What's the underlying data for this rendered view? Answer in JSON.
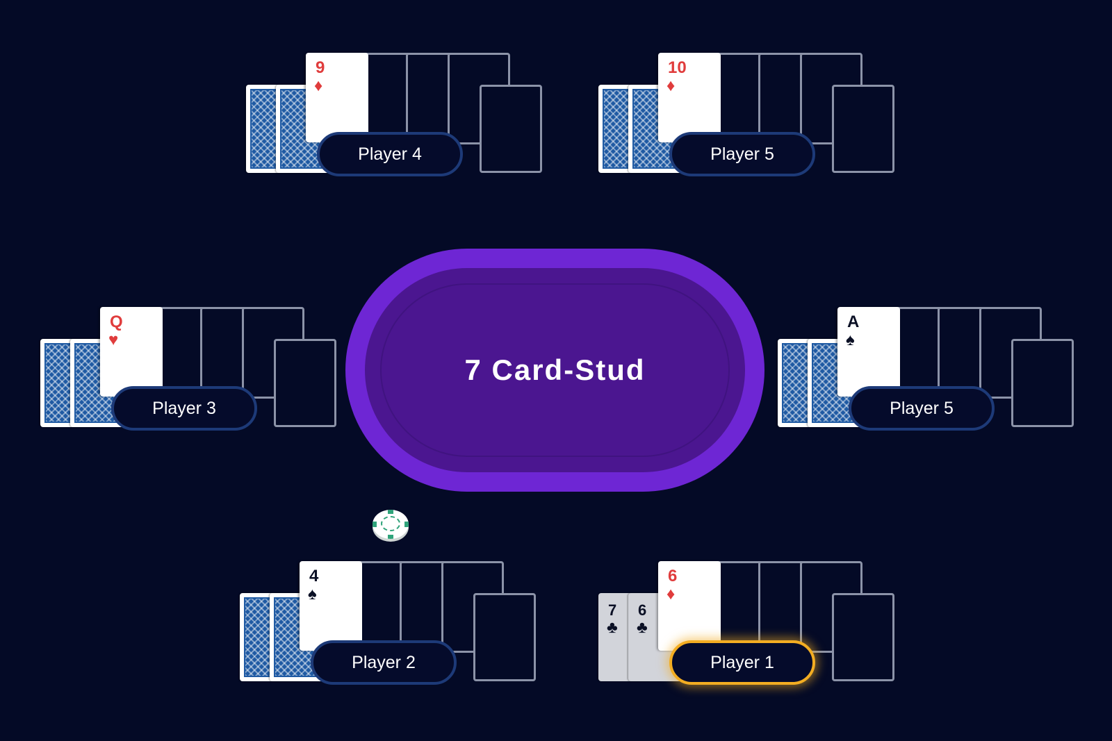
{
  "table": {
    "title": "7 Card-Stud"
  },
  "colors": {
    "background": "#040a26",
    "table_rim": "#6e26d4",
    "table_felt": "#4b1690",
    "pill_border": "#1d3a78",
    "active_border": "#f3ad22",
    "card_back": "#1f5aa3",
    "red_suit": "#e03c3c"
  },
  "seats": [
    {
      "name": "Player 4",
      "active": false,
      "hole_cards": [
        "back",
        "back"
      ],
      "upcard": {
        "rank": "9",
        "suit": "♦",
        "color": "red"
      }
    },
    {
      "name": "Player 5",
      "active": false,
      "hole_cards": [
        "back",
        "back"
      ],
      "upcard": {
        "rank": "10",
        "suit": "♦",
        "color": "red"
      }
    },
    {
      "name": "Player 3",
      "active": false,
      "hole_cards": [
        "back",
        "back"
      ],
      "upcard": {
        "rank": "Q",
        "suit": "♥",
        "color": "red"
      }
    },
    {
      "name": "Player 5",
      "active": false,
      "hole_cards": [
        "back",
        "back"
      ],
      "upcard": {
        "rank": "A",
        "suit": "♠",
        "color": "black"
      }
    },
    {
      "name": "Player 2",
      "active": false,
      "hole_cards": [
        "back",
        "back"
      ],
      "upcard": {
        "rank": "4",
        "suit": "♠",
        "color": "black"
      }
    },
    {
      "name": "Player 1",
      "active": true,
      "hole_cards": [
        {
          "rank": "7",
          "suit": "♣"
        },
        {
          "rank": "6",
          "suit": "♣"
        }
      ],
      "upcard": {
        "rank": "6",
        "suit": "♦",
        "color": "red"
      }
    }
  ],
  "icons": {
    "dealer_chip": "poker-chip-icon",
    "card_back": "card-back-pattern"
  }
}
